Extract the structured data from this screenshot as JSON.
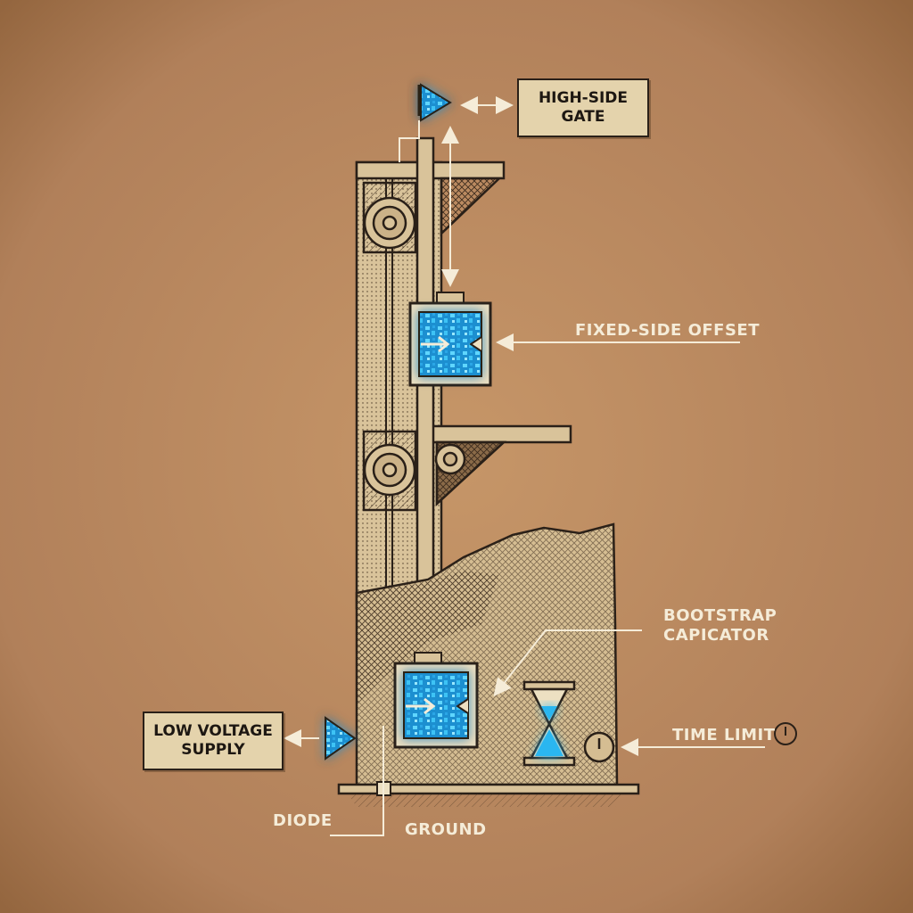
{
  "labels": {
    "high_side_gate": [
      "HIGH-SIDE",
      "GATE"
    ],
    "fixed_side_offset": "FIXED-SIDE OFFSET",
    "bootstrap_capacitor": [
      "BOOTSTRAP",
      "CAPICATOR"
    ],
    "time_limit": "TIME LIMIT",
    "low_voltage_supply": [
      "LOW VOLTAGE",
      "SUPPLY"
    ],
    "diode": "DIODE",
    "ground": "GROUND"
  },
  "colors": {
    "background": "#b8875a",
    "paper": "#d9c39a",
    "ink": "#2a2018",
    "glow_blue": "#29b6f0",
    "label_light": "#f5ecd8"
  },
  "icons": [
    "triangle-gate-icon",
    "clock-icon",
    "hourglass-icon",
    "pulley-icon"
  ]
}
